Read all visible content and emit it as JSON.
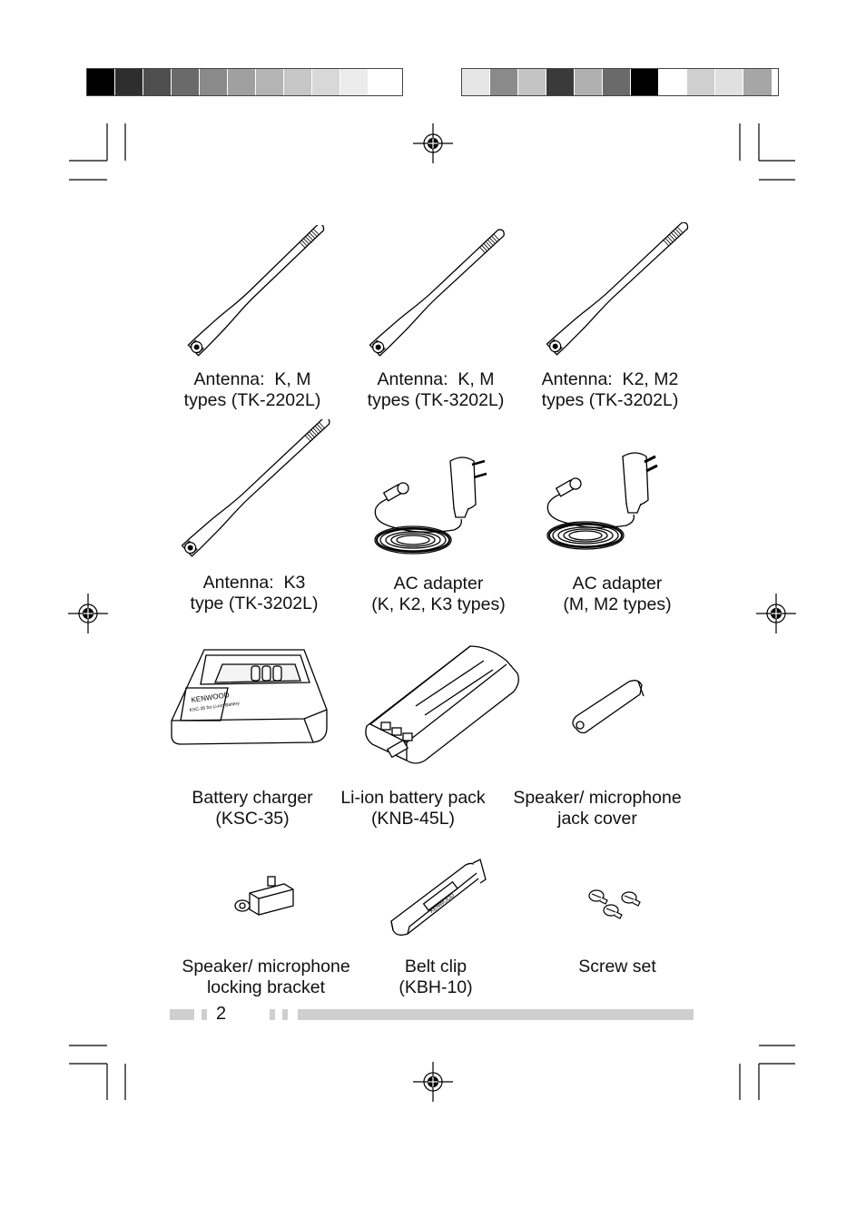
{
  "page": {
    "number": "2"
  },
  "registration_swatches": {
    "left": [
      "#000000",
      "#2e2e2e",
      "#4e4e4e",
      "#6a6a6a",
      "#8a8a8a",
      "#a0a0a0",
      "#b4b4b4",
      "#c6c6c6",
      "#d8d8d8",
      "#ececec",
      "#ffffff"
    ],
    "right": [
      "#e6e6e6",
      "#8a8a8a",
      "#c4c4c4",
      "#3a3a3a",
      "#b0b0b0",
      "#6a6a6a",
      "#000000",
      "#ffffff",
      "#cfcfcf",
      "#e0e0e0",
      "#a6a6a6"
    ]
  },
  "items": [
    {
      "label": "Antenna:  K, M\ntypes (TK-2202L)"
    },
    {
      "label": "Antenna:  K, M\ntypes (TK-3202L)"
    },
    {
      "label": "Antenna:  K2, M2\ntypes (TK-3202L)"
    },
    {
      "label": "Antenna:  K3\ntype (TK-3202L)"
    },
    {
      "label": "AC adapter\n(K, K2, K3 types)"
    },
    {
      "label": "AC adapter\n(M, M2 types)"
    },
    {
      "label": "Battery charger\n(KSC-35)"
    },
    {
      "label": "Li-ion battery pack\n(KNB-45L)"
    },
    {
      "label": "Speaker/ microphone\njack cover"
    },
    {
      "label": "Speaker/ microphone\nlocking bracket"
    },
    {
      "label": "Belt clip\n(KBH-10)"
    },
    {
      "label": "Screw set"
    }
  ],
  "charger_print": {
    "brand": "KENWOOD",
    "model": "KSC-35 for Li-ion Battery"
  },
  "belt_clip_print": "KENWOOD"
}
